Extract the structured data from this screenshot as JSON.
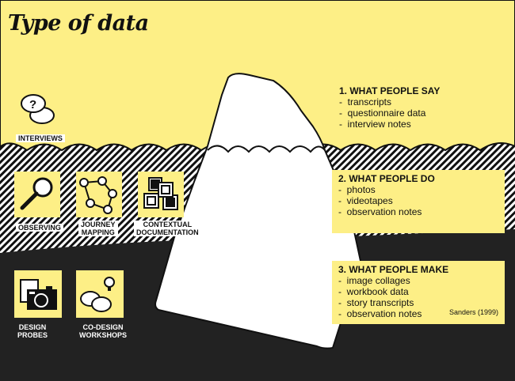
{
  "title": "Type of data",
  "methods": {
    "interviews": "INTERVIEWS",
    "observing": "OBSERVING",
    "journey_mapping": [
      "JOURNEY",
      "MAPPING"
    ],
    "contextual_documentation": [
      "CONTEXTUAL",
      "DOCUMENTATION"
    ],
    "design_probes": [
      "DESIGN",
      "PROBES"
    ],
    "co_design_workshops": [
      "CO-DESIGN",
      "WORKSHOPS"
    ]
  },
  "levels": [
    {
      "heading": "1. WHAT PEOPLE SAY",
      "items": [
        "transcripts",
        "questionnaire data",
        "interview notes"
      ]
    },
    {
      "heading": "2. WHAT PEOPLE DO",
      "items": [
        "photos",
        "videotapes",
        "observation notes"
      ]
    },
    {
      "heading": "3. WHAT PEOPLE MAKE",
      "items": [
        "image collages",
        "workbook data",
        "story transcripts",
        "observation notes"
      ]
    }
  ],
  "citation": "Sanders (1999)",
  "colors": {
    "yellow": "#fdef86",
    "dark": "#222222"
  }
}
